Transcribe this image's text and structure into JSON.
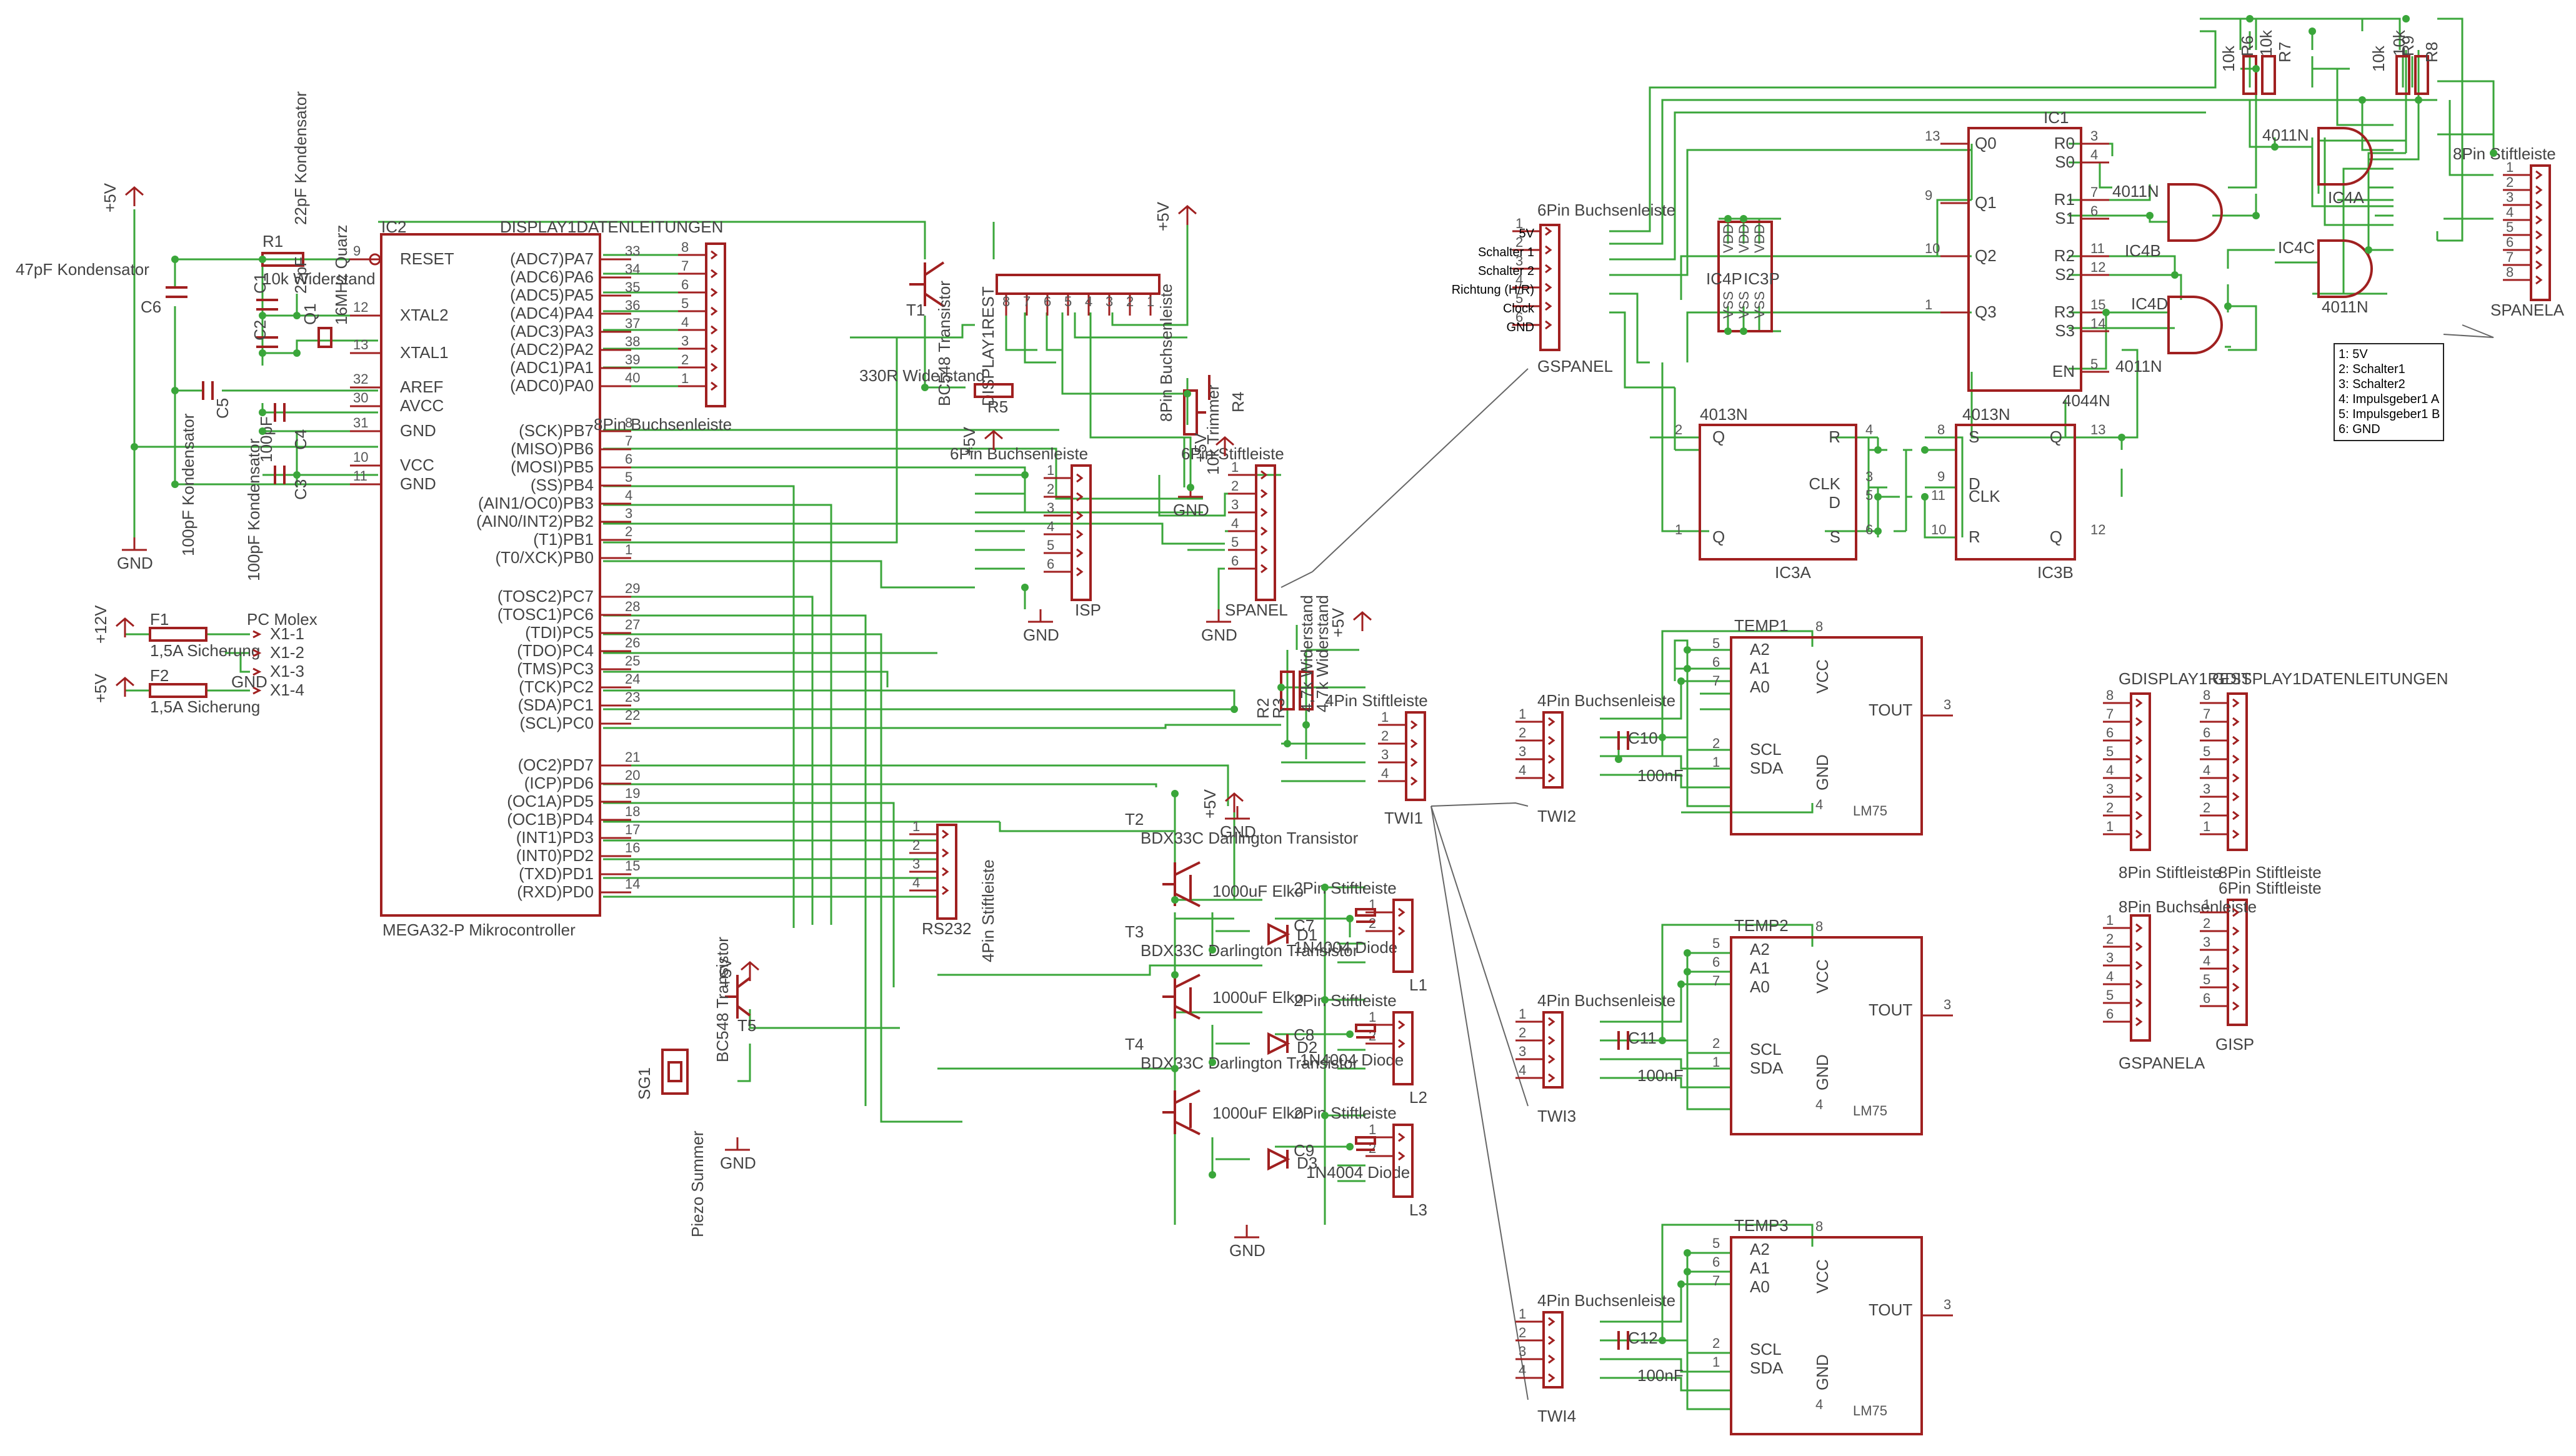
{
  "parts": {
    "ic2": {
      "name": "IC2",
      "value": "MEGA32-P Mikrocontroller"
    },
    "ic1": {
      "name": "IC1",
      "value": "4044N"
    },
    "ic3a": {
      "name": "IC3A",
      "value": "4013N"
    },
    "ic3b": {
      "name": "IC3B",
      "value": "4013N"
    },
    "ic4a": {
      "name": "IC4A",
      "value": "4011N"
    },
    "ic4b": {
      "name": "IC4B",
      "value": "4011N"
    },
    "ic4c": {
      "name": "IC4C",
      "value": "4011N"
    },
    "ic4d": {
      "name": "IC4D",
      "value": "4011N"
    },
    "ic4p": {
      "name": "IC4P",
      "value": "IC3P"
    },
    "temp1": {
      "name": "TEMP1",
      "value": "LM75"
    },
    "temp2": {
      "name": "TEMP2",
      "value": "LM75"
    },
    "temp3": {
      "name": "TEMP3",
      "value": "LM75"
    },
    "r1": {
      "name": "R1",
      "value": "10k Widerstand"
    },
    "c6": {
      "name": "C6",
      "value": "47pF Kondensator"
    },
    "c5": {
      "name": "C5",
      "value": "100pF Kondensator"
    },
    "c1": {
      "name": "C1",
      "value": "22pF Kondensator"
    },
    "c2": {
      "name": "C2",
      "value": "22pF"
    },
    "q1": {
      "name": "Q1",
      "value": "16MHz Quarz"
    },
    "c3": {
      "name": "C3",
      "value": "100pF Kondensator"
    },
    "c4": {
      "name": "C4",
      "value": "100pF"
    },
    "f1": {
      "name": "F1",
      "value": "1,5A Sicherung"
    },
    "f2": {
      "name": "F2",
      "value": "1,5A Sicherung"
    },
    "molex": {
      "name": "PC Molex",
      "pins": [
        "X1-1",
        "X1-2",
        "X1-3",
        "X1-4"
      ]
    },
    "t1": {
      "name": "T1",
      "value": "BC548 Transistor"
    },
    "r5": {
      "name": "R5",
      "value": "330R Widerstand"
    },
    "display1rest": {
      "name": "DISPLAY1REST",
      "value": "8Pin Buchsenleiste"
    },
    "display1daten": {
      "name": "DISPLAY1DATENLEITUNGEN",
      "value": "8Pin Buchsenleiste"
    },
    "r4": {
      "name": "R4",
      "value": "10k Trimmer"
    },
    "isp": {
      "name": "ISP",
      "value": "6Pin Buchsenleiste"
    },
    "spanel": {
      "name": "SPANEL",
      "value": "6Pin Stiftleiste"
    },
    "gspanel": {
      "name": "GSPANEL",
      "value": "6Pin Buchsenleiste"
    },
    "rs232": {
      "name": "RS232",
      "value": "4Pin Stiftleiste"
    },
    "twi1": {
      "name": "TWI1",
      "value": "4Pin Stiftleiste"
    },
    "twi2": {
      "name": "TWI2",
      "value": "4Pin Buchsenleiste"
    },
    "twi3": {
      "name": "TWI3",
      "value": "4Pin Buchsenleiste"
    },
    "twi4": {
      "name": "TWI4",
      "value": "4Pin Buchsenleiste"
    },
    "r2": {
      "name": "R2",
      "value": "4,7k Widerstand"
    },
    "r3": {
      "name": "R3",
      "value": "4,7k Widerstand"
    },
    "t2": {
      "name": "T2",
      "value": "BDX33C Darlington Transistor"
    },
    "t3": {
      "name": "T3",
      "value": "BDX33C Darlington Transistor"
    },
    "t4": {
      "name": "T4",
      "value": "BDX33C Darlington Transistor"
    },
    "t5": {
      "name": "T5",
      "value": "BC548 Transistor"
    },
    "sg1": {
      "name": "SG1",
      "value": "Piezo Summer"
    },
    "c7": {
      "name": "C7",
      "value": "1000uF Elko"
    },
    "c8": {
      "name": "C8",
      "value": "1000uF Elko"
    },
    "c9": {
      "name": "C9",
      "value": "1000uF Elko"
    },
    "d1": {
      "name": "D1",
      "value": "1N4004 Diode"
    },
    "d2": {
      "name": "D2",
      "value": "1N4004 Diode"
    },
    "d3": {
      "name": "D3",
      "value": "1N4004 Diode"
    },
    "l1": {
      "name": "L1",
      "value": "2Pin Stiftleiste"
    },
    "l2": {
      "name": "L2",
      "value": "2Pin Stiftleiste"
    },
    "l3": {
      "name": "L3",
      "value": "2Pin Stiftleiste"
    },
    "c10": {
      "name": "C10",
      "value": "100nF"
    },
    "c11": {
      "name": "C11",
      "value": "100nF"
    },
    "c12": {
      "name": "C12",
      "value": "100nF"
    },
    "r6": {
      "name": "R6",
      "value": "10k"
    },
    "r7": {
      "name": "R7",
      "value": "10k"
    },
    "r8": {
      "name": "R8",
      "value": "10k"
    },
    "r9": {
      "name": "R9",
      "value": "10k"
    },
    "spanela": {
      "name": "SPANELA",
      "value": "8Pin Stiftleiste"
    },
    "gdisplay1rest": {
      "name": "GDISPLAY1REST",
      "value": "8Pin Stiftleiste"
    },
    "gdisplay1daten": {
      "name": "GDISPLAY1DATENLEITUNGEN",
      "value": "8Pin Stiftleiste"
    },
    "gspanela": {
      "name": "GSPANELA",
      "value": "8Pin Buchsenleiste"
    },
    "gisp": {
      "name": "GISP",
      "value": "6Pin Stiftleiste"
    }
  },
  "power": {
    "p5v": "+5V",
    "p12v": "+12V",
    "gnd": "GND"
  },
  "ic2_pins_left": [
    "RESET",
    "XTAL2",
    "XTAL1",
    "AREF",
    "AVCC",
    "GND",
    "VCC",
    "GND"
  ],
  "ic2_pinnums_left": [
    "9",
    "12",
    "13",
    "32",
    "30",
    "31",
    "10",
    "11"
  ],
  "ic2_pins_right": [
    "(ADC7)PA7",
    "(ADC6)PA6",
    "(ADC5)PA5",
    "(ADC4)PA4",
    "(ADC3)PA3",
    "(ADC2)PA2",
    "(ADC1)PA1",
    "(ADC0)PA0",
    "(SCK)PB7",
    "(MISO)PB6",
    "(MOSI)PB5",
    "(SS)PB4",
    "(AIN1/OC0)PB3",
    "(AIN0/INT2)PB2",
    "(T1)PB1",
    "(T0/XCK)PB0",
    "(TOSC2)PC7",
    "(TOSC1)PC6",
    "(TDI)PC5",
    "(TDO)PC4",
    "(TMS)PC3",
    "(TCK)PC2",
    "(SDA)PC1",
    "(SCL)PC0",
    "(OC2)PD7",
    "(ICP)PD6",
    "(OC1A)PD5",
    "(OC1B)PD4",
    "(INT1)PD3",
    "(INT0)PD2",
    "(TXD)PD1",
    "(RXD)PD0"
  ],
  "ic2_pinnums_right": [
    "33",
    "34",
    "35",
    "36",
    "37",
    "38",
    "39",
    "40",
    "8",
    "7",
    "6",
    "5",
    "4",
    "3",
    "2",
    "1",
    "29",
    "28",
    "27",
    "26",
    "25",
    "24",
    "23",
    "22",
    "21",
    "20",
    "19",
    "18",
    "17",
    "16",
    "15",
    "14"
  ],
  "gspanel_signals": [
    "5V",
    "Schalter 1",
    "Schalter 2",
    "Richtung (H/R)",
    "Clock",
    "GND"
  ],
  "legend_box": [
    "1: 5V",
    "2: Schalter1",
    "3: Schalter2",
    "4: Impulsgeber1 A",
    "5: Impulsgeber1 B",
    "6: GND"
  ],
  "ic1_left_pins": [
    "Q0",
    "Q1",
    "Q2",
    "Q3"
  ],
  "ic1_left_nums": [
    "13",
    "9",
    "10",
    "1"
  ],
  "ic1_right_pins": [
    "R0",
    "S0",
    "R1",
    "S1",
    "R2",
    "S2",
    "R3",
    "S3",
    "EN"
  ],
  "ic1_right_nums": [
    "3",
    "4",
    "7",
    "6",
    "11",
    "12",
    "15",
    "14",
    "5"
  ],
  "lm75_pins": [
    "A2",
    "A1",
    "A0",
    "SCL",
    "SDA",
    "VCC",
    "GND",
    "TOUT"
  ],
  "lm75_pinnums": [
    "5",
    "6",
    "7",
    "2",
    "1",
    "8",
    "4",
    "3"
  ],
  "ic4p_pins": [
    "VDD",
    "VDD",
    "VDD",
    "VSS",
    "VSS",
    "VSS"
  ],
  "ff_pins": [
    "Q",
    "R",
    "CLK",
    "D",
    "Q",
    "S"
  ],
  "ff_pins_b": [
    "S",
    "Q",
    "D",
    "CLK",
    "R",
    "Q"
  ],
  "num": {
    "n1": "1",
    "n2": "2",
    "n3": "3",
    "n4": "4",
    "n5": "5",
    "n6": "6",
    "n7": "7",
    "n8": "8",
    "n9": "9",
    "n10": "10",
    "n11": "11",
    "n12": "12",
    "n13": "13",
    "n14": "14",
    "n15": "15"
  }
}
